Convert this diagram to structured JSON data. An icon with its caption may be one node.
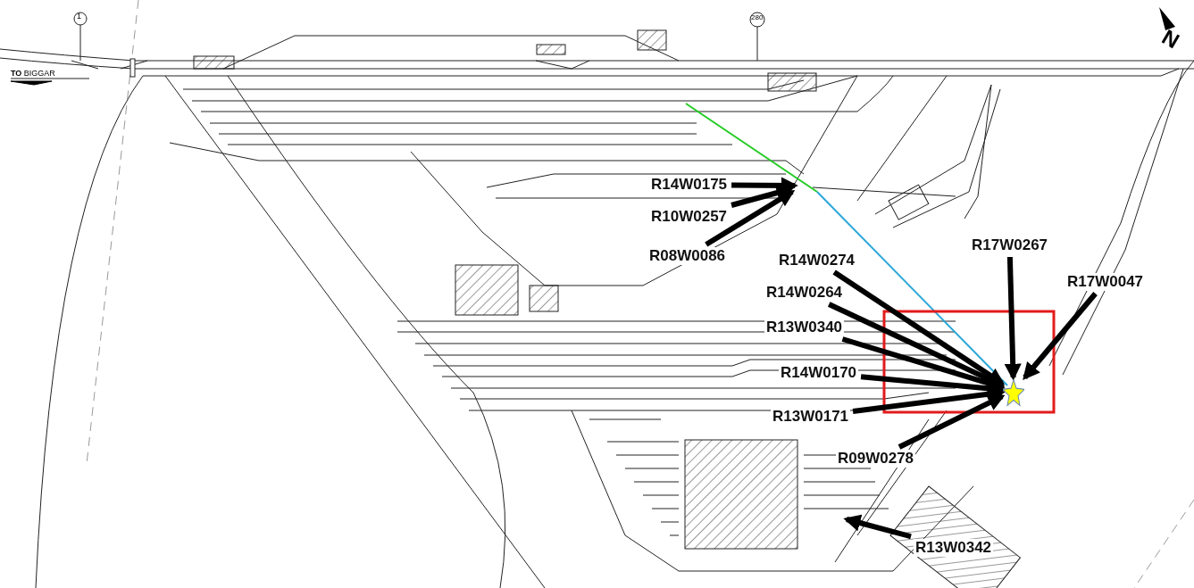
{
  "diagram": {
    "nodes": [
      {
        "text": [
          "R14W0175"
        ]
      },
      {
        "text": [
          "R10W0257"
        ]
      },
      {
        "text": [
          "R17W0267"
        ]
      },
      {
        "text": [
          "R08W0086"
        ]
      },
      {
        "text": [
          "R14W0274"
        ]
      },
      {
        "text": [
          "R17W0047"
        ]
      },
      {
        "text": [
          "R14W0264"
        ]
      },
      {
        "text": [
          "R13W0340"
        ]
      },
      {
        "text": [
          "R14W0170"
        ]
      },
      {
        "text": [
          "R13W0171"
        ]
      },
      {
        "text": [
          "R09W0278"
        ]
      },
      {
        "text": [
          "R13W0342"
        ]
      },
      {
        "text": [],
        "shape": "star"
      }
    ],
    "edges": [
      {
        "from": 0,
        "to": null,
        "arrow": "to"
      },
      {
        "from": 1,
        "to": null,
        "arrow": "to"
      },
      {
        "from": 2,
        "to": 12,
        "arrow": "to"
      },
      {
        "from": 3,
        "to": null,
        "arrow": "to"
      },
      {
        "from": 4,
        "to": 12,
        "arrow": "to"
      },
      {
        "from": 5,
        "to": 12,
        "arrow": "to"
      },
      {
        "from": 6,
        "to": 12,
        "arrow": "to"
      },
      {
        "from": 7,
        "to": 12,
        "arrow": "to"
      },
      {
        "from": 8,
        "to": 12,
        "arrow": "to"
      },
      {
        "from": 9,
        "to": 12,
        "arrow": "to"
      },
      {
        "from": 10,
        "to": 12,
        "arrow": "to"
      },
      {
        "from": 11,
        "to": null,
        "arrow": "to"
      }
    ],
    "labels": [
      "1",
      "280",
      "N",
      "**TO** BIGGAR"
    ]
  }
}
